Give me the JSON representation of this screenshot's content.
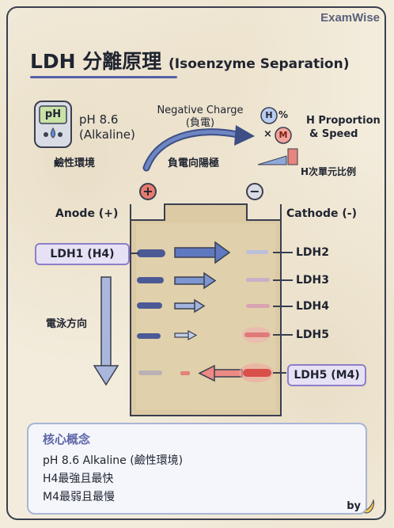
{
  "brand": "ExamWise",
  "title": {
    "main": "LDH 分離原理",
    "sub": "(Isoenzyme Separation)"
  },
  "ph": {
    "value": "pH 8.6",
    "condition": "(Alkaline)",
    "meter_text": "pH",
    "chinese": "鹼性環境"
  },
  "charge": {
    "line1": "Negative Charge",
    "line2": "(負電)",
    "chinese": "負電向陽極"
  },
  "proportion": {
    "h": "H",
    "m": "M",
    "percent": "%",
    "times": "×",
    "line1": "H Proportion",
    "line2": "& Speed",
    "chinese": "H次單元比例"
  },
  "electrodes": {
    "anode_symbol": "+",
    "cathode_symbol": "−",
    "anode_label": "Anode (+)",
    "cathode_label": "Cathode (-)"
  },
  "bands": {
    "ldh1": "LDH1 (H4)",
    "right": [
      "LDH2",
      "LDH3",
      "LDH4",
      "LDH5"
    ],
    "ldh5": "LDH5 (M4)"
  },
  "direction_label": "電泳方向",
  "summary": {
    "title": "核心概念",
    "lines": [
      "pH 8.6 Alkaline (鹼性環境)",
      "H4最強且最快",
      "M4最弱且最慢"
    ]
  },
  "byline": "by"
}
